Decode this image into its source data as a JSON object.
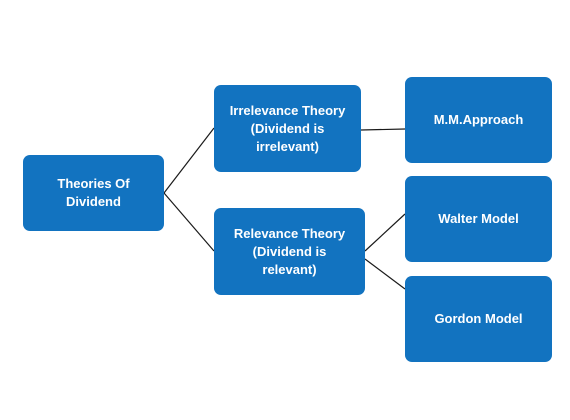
{
  "diagram": {
    "root": {
      "label": "Theories Of\nDividend"
    },
    "irrelevance": {
      "label": "Irrelevance Theory\n(Dividend is\nirrelevant)"
    },
    "relevance": {
      "label": "Relevance Theory\n(Dividend is\nrelevant)"
    },
    "mm_approach": {
      "label": "M.M.Approach"
    },
    "walter_model": {
      "label": "Walter Model"
    },
    "gordon_model": {
      "label": "Gordon Model"
    },
    "colors": {
      "node_fill": "#1273c0",
      "node_text": "#ffffff",
      "connector": "#1a1a1a"
    }
  }
}
